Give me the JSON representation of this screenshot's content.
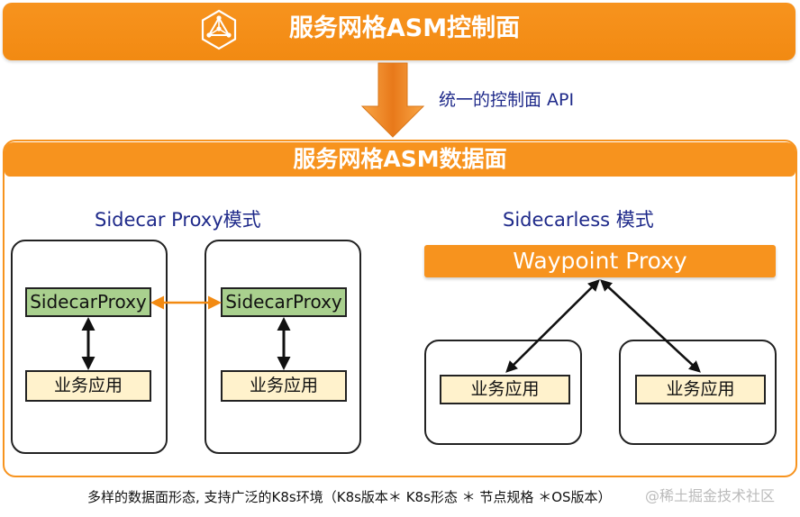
{
  "control_plane": {
    "title": "服务网格ASM控制面",
    "logo_icon": "hexagon-network-icon"
  },
  "connector": {
    "label": "统一的控制面 API"
  },
  "data_plane": {
    "title": "服务网格ASM数据面",
    "sidecar_mode": {
      "label": "Sidecar Proxy模式",
      "pods": [
        {
          "proxy": "SidecarProxy",
          "app": "业务应用"
        },
        {
          "proxy": "SidecarProxy",
          "app": "业务应用"
        }
      ]
    },
    "sidecarless_mode": {
      "label": "Sidecarless 模式",
      "waypoint": "Waypoint Proxy",
      "pods": [
        {
          "app": "业务应用"
        },
        {
          "app": "业务应用"
        }
      ]
    }
  },
  "footnote": "多样的数据面形态, 支持广泛的K8s环境（K8s版本＊ K8s形态 ＊ 节点规格 ＊OS版本）",
  "watermark": "@稀土掘金技术社区",
  "colors": {
    "orange": "#f7931e",
    "navy_text": "#1f2a8a",
    "proxy_green": "#a9d08e",
    "app_yellow": "#fff2cc"
  }
}
